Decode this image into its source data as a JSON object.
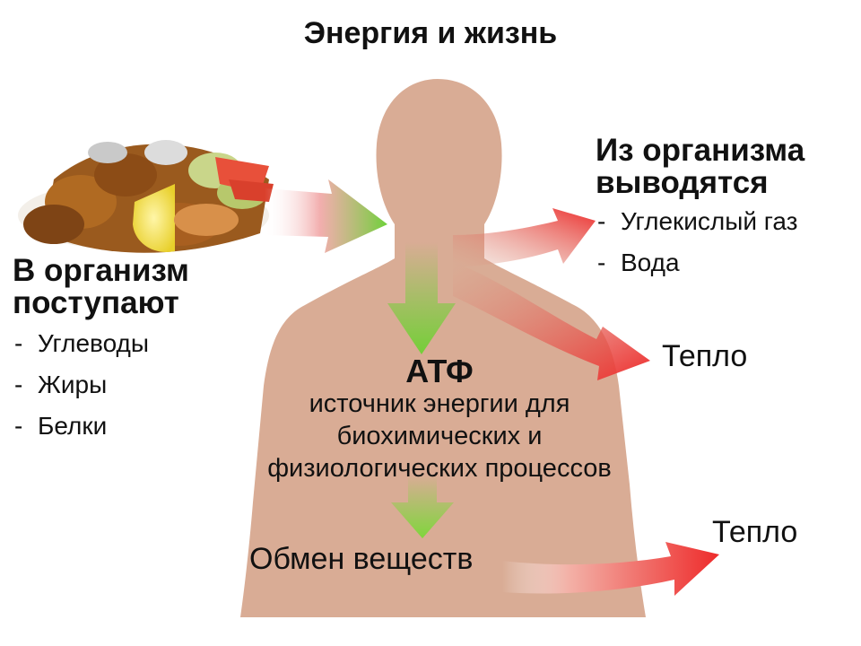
{
  "title": "Энергия и жизнь",
  "intake": {
    "heading_line1": "В организм",
    "heading_line2": "поступают",
    "items": [
      "Углеводы",
      "Жиры",
      "Белки"
    ],
    "dash": "-"
  },
  "output": {
    "heading_line1": "Из организма",
    "heading_line2": "выводятся",
    "items": [
      "Углекислый газ",
      "Вода"
    ],
    "dash": "-"
  },
  "atf": {
    "title": "АТФ",
    "desc_line1": "источник энергии для",
    "desc_line2": "биохимических и",
    "desc_line3": "физиологических процессов"
  },
  "heat_upper": "Тепло",
  "heat_lower": "Тепло",
  "metabolism": "Обмен веществ",
  "colors": {
    "body": "#d9ac95",
    "arrow_green": "#7fcf3a",
    "arrow_red": "#ee2b2b"
  },
  "icons": [
    "human-body-silhouette-icon",
    "food-plate-icon"
  ]
}
